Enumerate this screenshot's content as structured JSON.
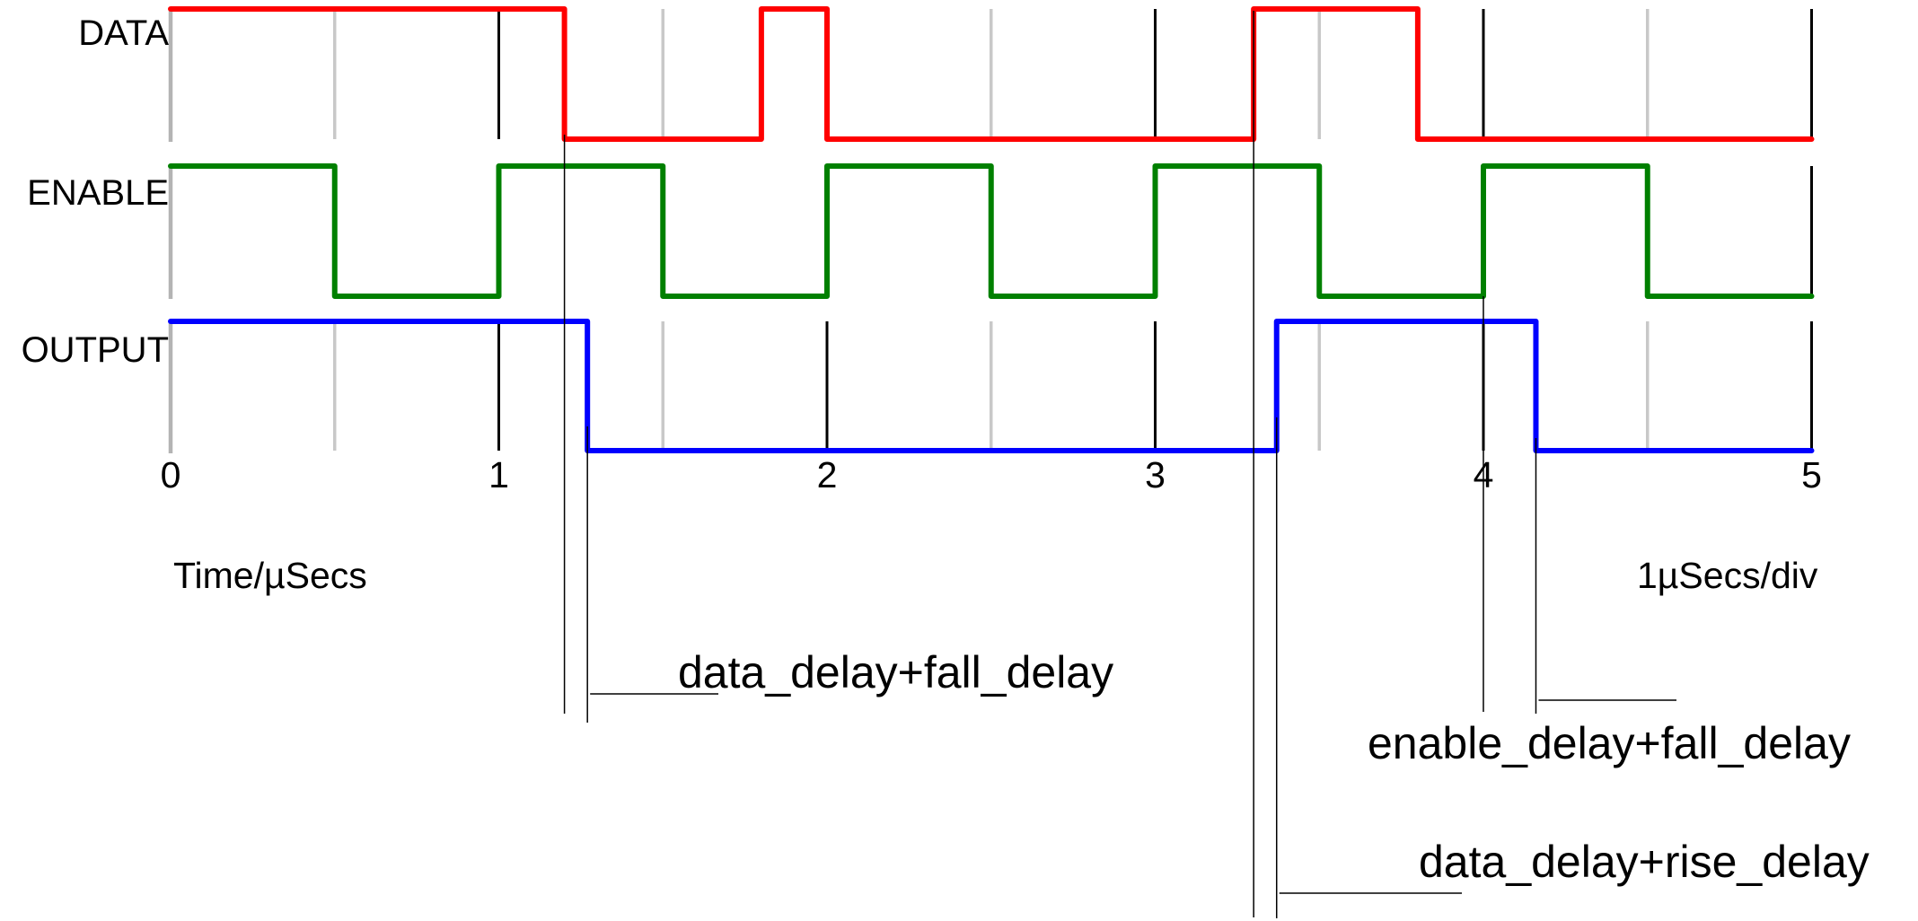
{
  "chart_data": {
    "type": "line",
    "subtype": "digital-timing-waveform",
    "title": "",
    "xlabel": "Time/µSecs",
    "x_scale_note": "1µSecs/div",
    "ylabel": "",
    "xlim": [
      0,
      5
    ],
    "grid": true,
    "x_tick_labels": [
      "0",
      "1",
      "2",
      "3",
      "4",
      "5"
    ],
    "x_major_ticks": [
      1,
      2,
      3,
      4,
      5
    ],
    "x_minor_ticks": [
      0.5,
      1.5,
      2.5,
      3.5,
      4.5
    ],
    "x_zero_line": 0,
    "legend_position": "row-labels-left",
    "series": [
      {
        "name": "DATA",
        "color": "#ff0000",
        "kind": "digital",
        "levels": [
          [
            0,
            1
          ],
          [
            1.2,
            0
          ],
          [
            1.8,
            1
          ],
          [
            2.0,
            0
          ],
          [
            3.3,
            1
          ],
          [
            3.8,
            0
          ],
          [
            5.0,
            0
          ]
        ]
      },
      {
        "name": "ENABLE",
        "color": "#008000",
        "kind": "digital",
        "levels": [
          [
            0,
            1
          ],
          [
            0.5,
            0
          ],
          [
            1.0,
            1
          ],
          [
            1.5,
            0
          ],
          [
            2.0,
            1
          ],
          [
            2.5,
            0
          ],
          [
            3.0,
            1
          ],
          [
            3.5,
            0
          ],
          [
            4.0,
            1
          ],
          [
            4.5,
            0
          ],
          [
            5.0,
            0
          ]
        ]
      },
      {
        "name": "OUTPUT",
        "color": "#0000ff",
        "kind": "digital",
        "levels": [
          [
            0,
            1
          ],
          [
            1.27,
            0
          ],
          [
            3.37,
            1
          ],
          [
            4.16,
            0
          ],
          [
            5.0,
            0
          ]
        ]
      }
    ],
    "annotations": [
      {
        "label": "data_delay+fall_delay",
        "t_from": 1.2,
        "t_to": 1.27,
        "from_edge": "DATA fall",
        "to_edge": "OUTPUT fall"
      },
      {
        "label": "enable_delay+fall_delay",
        "t_from": 4.0,
        "t_to": 4.16,
        "from_edge": "ENABLE rise",
        "to_edge": "OUTPUT fall"
      },
      {
        "label": "data_delay+rise_delay",
        "t_from": 3.3,
        "t_to": 3.37,
        "from_edge": "DATA rise",
        "to_edge": "OUTPUT rise"
      }
    ],
    "colors": {
      "background": "#ffffff",
      "major_grid": "#000000",
      "minor_grid": "#c8c8c8",
      "zero_grid": "#b4b4b4",
      "marker_line": "#000000"
    }
  }
}
